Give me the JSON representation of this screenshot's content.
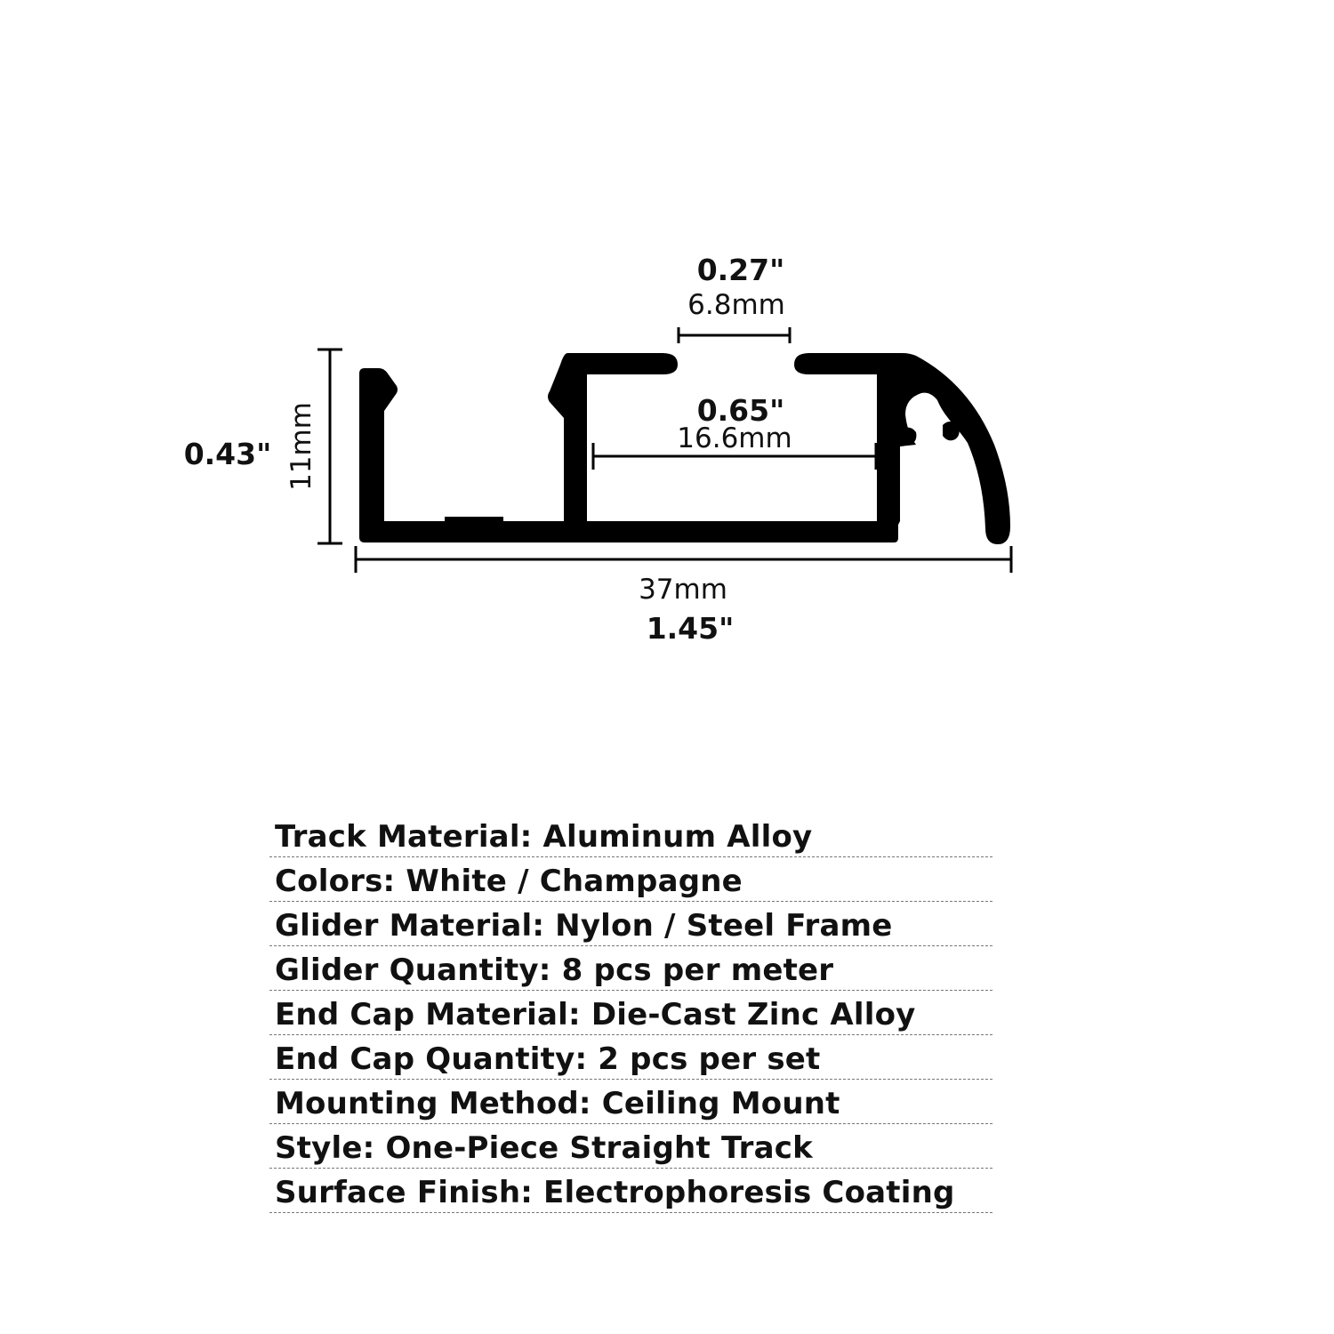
{
  "dimensions": {
    "slot_opening": {
      "inch": "0.27\"",
      "mm": "6.8mm"
    },
    "inner_width": {
      "inch": "0.65\"",
      "mm": "16.6mm"
    },
    "height": {
      "inch": "0.43\"",
      "mm": "11mm"
    },
    "total_width": {
      "inch": "1.45\"",
      "mm": "37mm"
    }
  },
  "specs": [
    "Track Material: Aluminum Alloy",
    "Colors: White / Champagne",
    "Glider Material: Nylon / Steel Frame",
    "Glider Quantity: 8 pcs per meter",
    "End Cap Material: Die-Cast Zinc Alloy",
    "End Cap Quantity: 2 pcs per set",
    "Mounting Method: Ceiling Mount",
    "Style: One-Piece Straight Track",
    "Surface Finish: Electrophoresis Coating"
  ],
  "colors": {
    "profile_fill": "#000000",
    "text": "#111111",
    "divider": "#777777"
  }
}
